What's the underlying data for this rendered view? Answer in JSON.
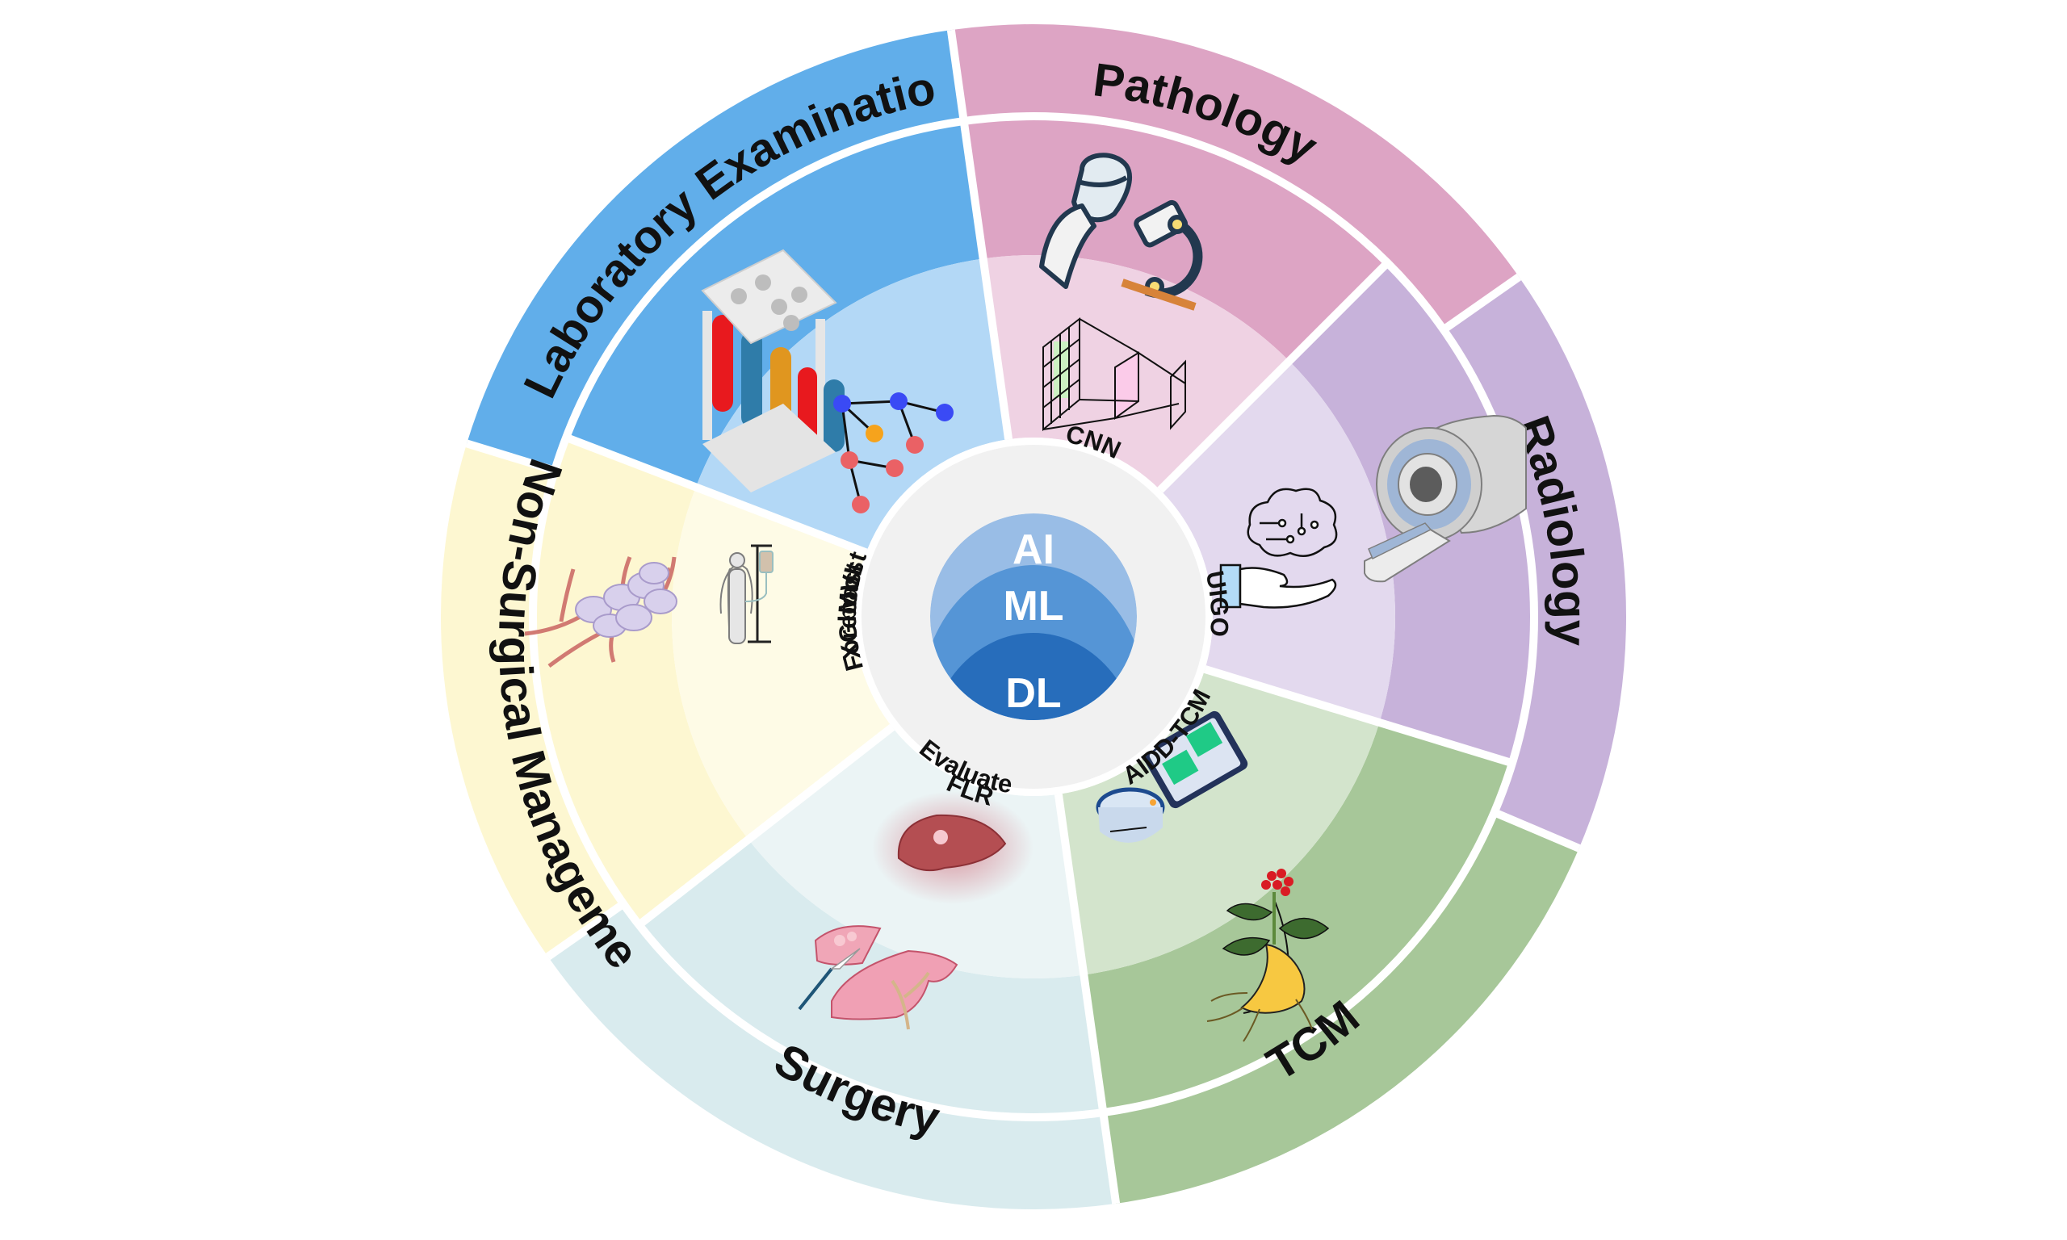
{
  "title": "AI applications in hepatocellular carcinoma",
  "core": {
    "layers": [
      {
        "label": "AI",
        "color": "#99bde6"
      },
      {
        "label": "ML",
        "color": "#5595d6"
      },
      {
        "label": "DL",
        "color": "#276dbb"
      }
    ]
  },
  "methods_ring": {
    "color": "#f1f1f1",
    "labels": [
      {
        "id": "cnn",
        "text": "CNN"
      },
      {
        "id": "uigo",
        "text": "UIGO"
      },
      {
        "id": "aidd-tcm",
        "text": "AIDD-TCM"
      },
      {
        "id": "evaluate",
        "text": "Evaluate"
      },
      {
        "id": "flr",
        "text": "FLR"
      },
      {
        "id": "mvi",
        "text": "MVI"
      },
      {
        "id": "forecast",
        "text": "Forecast"
      },
      {
        "id": "xgboost",
        "text": "XGboost"
      }
    ]
  },
  "segments": [
    {
      "id": "pathology",
      "label": "Pathology",
      "outer_color": "#dda4c4",
      "inner_color": "#efd2e3",
      "icons": [
        "pathologist-microscope-icon",
        "cnn-feature-map-icon"
      ]
    },
    {
      "id": "radiology",
      "label": "Radiology",
      "outer_color": "#c7b2da",
      "inner_color": "#e3d9ee",
      "icons": [
        "mri-scanner-icon",
        "brain-in-hand-icon"
      ]
    },
    {
      "id": "tcm",
      "label": "TCM",
      "outer_color": "#a7c799",
      "inner_color": "#d3e4cc",
      "icons": [
        "ginseng-plant-icon",
        "database-monitor-icon"
      ]
    },
    {
      "id": "surgery",
      "label": "Surgery",
      "outer_color": "#d9ebee",
      "inner_color": "#ebf4f5",
      "icons": [
        "liver-resection-icon",
        "diseased-liver-icon"
      ]
    },
    {
      "id": "non-surgical",
      "label": "Non-Surgical Management",
      "outer_color": "#fdf7d1",
      "inner_color": "#fefbe6",
      "icons": [
        "tumor-vessels-icon",
        "patient-iv-drip-icon"
      ]
    },
    {
      "id": "laboratory",
      "label": "Laboratory Examination",
      "outer_color": "#61aeea",
      "inner_color": "#b3d8f6",
      "icons": [
        "test-tube-rack-icon",
        "decision-tree-graph-icon"
      ]
    }
  ]
}
